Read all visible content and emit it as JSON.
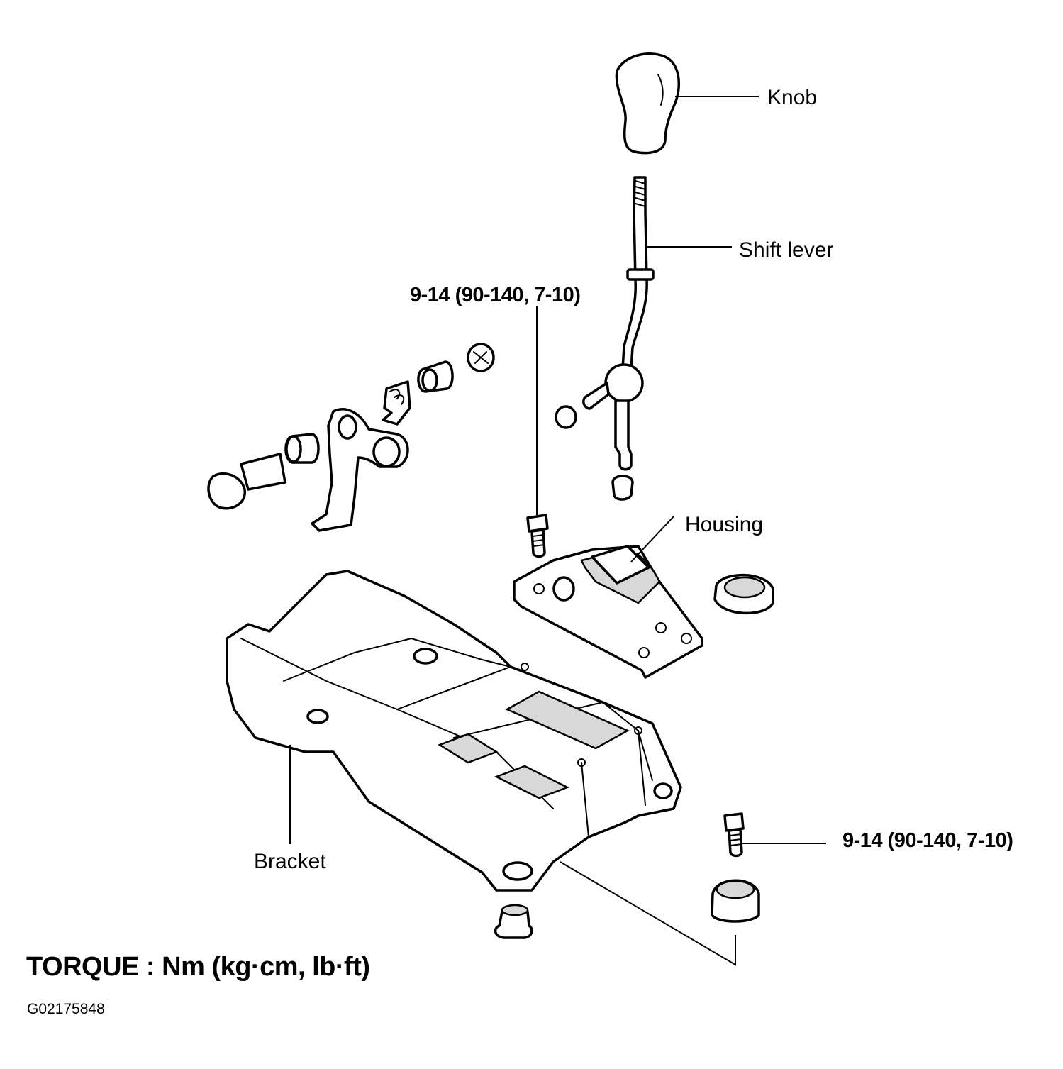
{
  "labels": {
    "knob": "Knob",
    "shift_lever": "Shift lever",
    "housing": "Housing",
    "bracket": "Bracket",
    "torque_top": "9-14 (90-140, 7-10)",
    "torque_right": "9-14 (90-140, 7-10)"
  },
  "legend": "TORQUE : Nm  (kg·cm, lb·ft)",
  "figure_id": "G02175848"
}
